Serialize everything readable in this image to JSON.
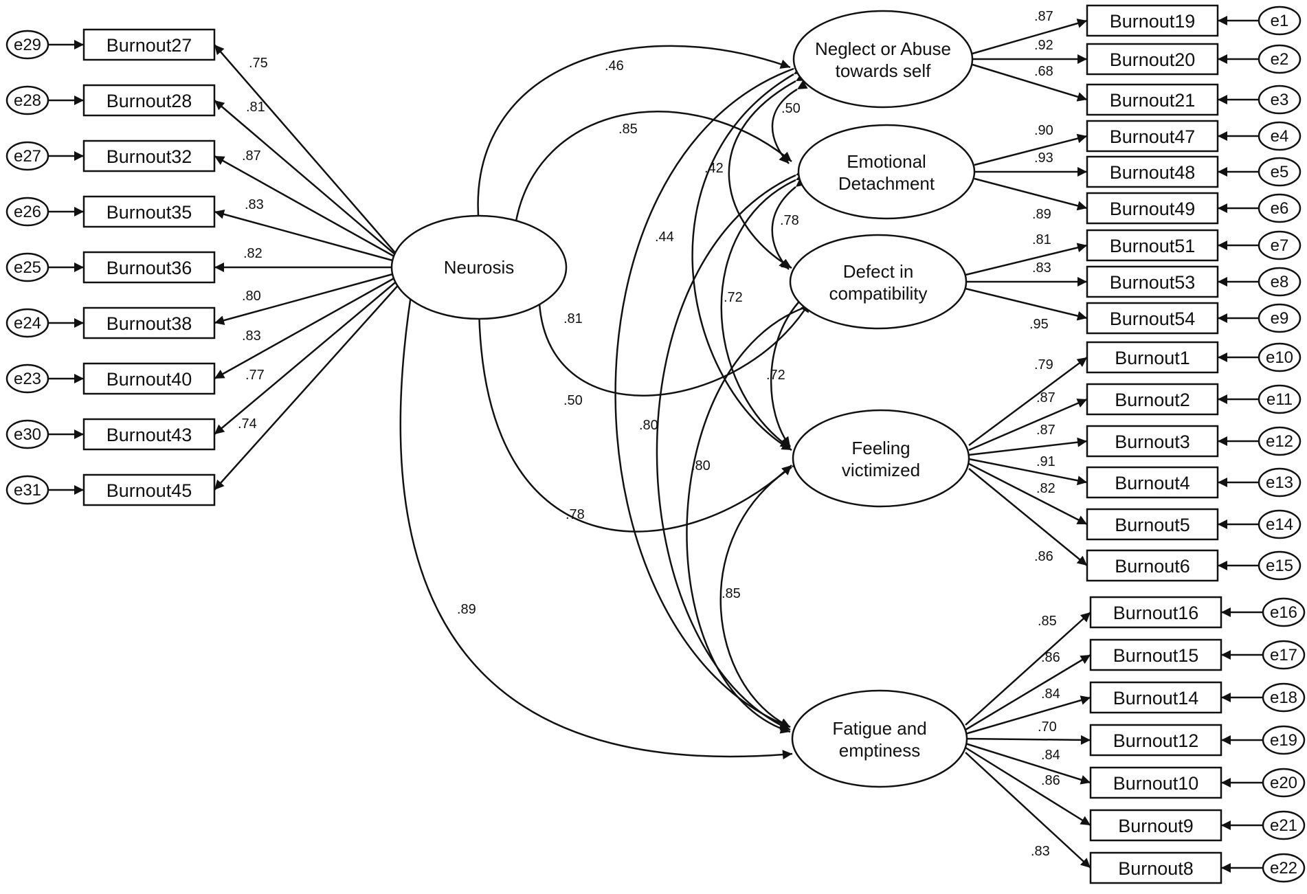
{
  "latents": {
    "neurosis": {
      "lines": [
        "Neurosis"
      ]
    },
    "neglect": {
      "lines": [
        "Neglect or Abuse",
        "towards self"
      ]
    },
    "emotional": {
      "lines": [
        "Emotional",
        "Detachment"
      ]
    },
    "defect": {
      "lines": [
        "Defect in",
        "compatibility"
      ]
    },
    "victim": {
      "lines": [
        "Feeling",
        "victimized"
      ]
    },
    "fatigue": {
      "lines": [
        "Fatigue and",
        "emptiness"
      ]
    }
  },
  "left_indicators": [
    {
      "label": "Burnout27",
      "error": "e29",
      "loading": ".75"
    },
    {
      "label": "Burnout28",
      "error": "e28",
      "loading": ".81"
    },
    {
      "label": "Burnout32",
      "error": "e27",
      "loading": ".87"
    },
    {
      "label": "Burnout35",
      "error": "e26",
      "loading": ".83"
    },
    {
      "label": "Burnout36",
      "error": "e25",
      "loading": ".82"
    },
    {
      "label": "Burnout38",
      "error": "e24",
      "loading": ".80"
    },
    {
      "label": "Burnout40",
      "error": "e23",
      "loading": ".83"
    },
    {
      "label": "Burnout43",
      "error": "e30",
      "loading": ".77"
    },
    {
      "label": "Burnout45",
      "error": "e31",
      "loading": ".74"
    }
  ],
  "right_indicators": [
    {
      "factor": "neglect",
      "label": "Burnout19",
      "error": "e1",
      "loading": ".87"
    },
    {
      "factor": "neglect",
      "label": "Burnout20",
      "error": "e2",
      "loading": ".92"
    },
    {
      "factor": "neglect",
      "label": "Burnout21",
      "error": "e3",
      "loading": ".68"
    },
    {
      "factor": "emotional",
      "label": "Burnout47",
      "error": "e4",
      "loading": ".90"
    },
    {
      "factor": "emotional",
      "label": "Burnout48",
      "error": "e5",
      "loading": ".93"
    },
    {
      "factor": "emotional",
      "label": "Burnout49",
      "error": "e6",
      "loading": ".89"
    },
    {
      "factor": "defect",
      "label": "Burnout51",
      "error": "e7",
      "loading": ".81"
    },
    {
      "factor": "defect",
      "label": "Burnout53",
      "error": "e8",
      "loading": ".83"
    },
    {
      "factor": "defect",
      "label": "Burnout54",
      "error": "e9",
      "loading": ".95"
    },
    {
      "factor": "victim",
      "label": "Burnout1",
      "error": "e10",
      "loading": ".79"
    },
    {
      "factor": "victim",
      "label": "Burnout2",
      "error": "e11",
      "loading": ".87"
    },
    {
      "factor": "victim",
      "label": "Burnout3",
      "error": "e12",
      "loading": ".87"
    },
    {
      "factor": "victim",
      "label": "Burnout4",
      "error": "e13",
      "loading": ".91"
    },
    {
      "factor": "victim",
      "label": "Burnout5",
      "error": "e14",
      "loading": ".82"
    },
    {
      "factor": "victim",
      "label": "Burnout6",
      "error": "e15",
      "loading": ".86"
    },
    {
      "factor": "fatigue",
      "label": "Burnout16",
      "error": "e16",
      "loading": ".85"
    },
    {
      "factor": "fatigue",
      "label": "Burnout15",
      "error": "e17",
      "loading": ".86"
    },
    {
      "factor": "fatigue",
      "label": "Burnout14",
      "error": "e18",
      "loading": ".84"
    },
    {
      "factor": "fatigue",
      "label": "Burnout12",
      "error": "e19",
      "loading": ".70"
    },
    {
      "factor": "fatigue",
      "label": "Burnout10",
      "error": "e20",
      "loading": ".84"
    },
    {
      "factor": "fatigue",
      "label": "Burnout9",
      "error": "e21",
      "loading": ".86"
    },
    {
      "factor": "fatigue",
      "label": "Burnout8",
      "error": "e22",
      "loading": ".83"
    }
  ],
  "correlations": [
    {
      "from": "neurosis",
      "to": "neglect",
      "value": ".46"
    },
    {
      "from": "neurosis",
      "to": "emotional",
      "value": ".85"
    },
    {
      "from": "neurosis",
      "to": "defect",
      "value": ".81"
    },
    {
      "from": "neurosis",
      "to": "victim",
      "value": ".78"
    },
    {
      "from": "neurosis",
      "to": "fatigue",
      "value": ".89"
    },
    {
      "from": "neglect",
      "to": "emotional",
      "value": ".50"
    },
    {
      "from": "neglect",
      "to": "defect",
      "value": ".42"
    },
    {
      "from": "neglect",
      "to": "victim",
      "value": ".44"
    },
    {
      "from": "neglect",
      "to": "fatigue",
      "value": ".50"
    },
    {
      "from": "emotional",
      "to": "defect",
      "value": ".78"
    },
    {
      "from": "emotional",
      "to": "victim",
      "value": ".72"
    },
    {
      "from": "emotional",
      "to": "fatigue",
      "value": ".80"
    },
    {
      "from": "defect",
      "to": "victim",
      "value": ".72"
    },
    {
      "from": "defect",
      "to": "fatigue",
      "value": ".80"
    },
    {
      "from": "victim",
      "to": "fatigue",
      "value": ".85"
    }
  ],
  "colors": {
    "ink": "#111111",
    "background": "#ffffff"
  }
}
